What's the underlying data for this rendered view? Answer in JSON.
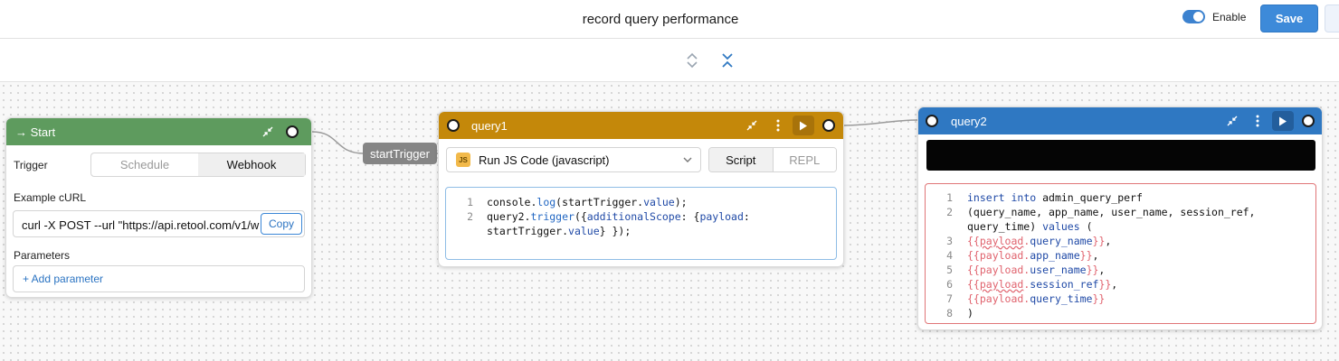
{
  "header": {
    "title": "record query performance",
    "enable_label": "Enable",
    "enable_on": true,
    "save_label": "Save"
  },
  "colors": {
    "start": "#5e9b5e",
    "query1": "#c4880a",
    "query2": "#2f78c2",
    "accent": "#3d8ad9"
  },
  "start_node": {
    "title": "→ Start",
    "trigger_label": "Trigger",
    "trigger_options": [
      "Schedule",
      "Webhook"
    ],
    "trigger_selected": "Webhook",
    "curl_label": "Example cURL",
    "curl_value": "curl -X POST --url \"https://api.retool.com/v1/w",
    "copy_label": "Copy",
    "params_label": "Parameters",
    "add_param_label": "+ Add parameter"
  },
  "connector_label": "startTrigger",
  "query1": {
    "title": "query1",
    "resource": "Run JS Code (javascript)",
    "resource_badge": "JS",
    "modes": [
      "Script",
      "REPL"
    ],
    "mode_selected": "Script",
    "line_numbers": [
      "1",
      "2"
    ]
  },
  "query2": {
    "title": "query2",
    "line_numbers": [
      "1",
      "2",
      "3",
      "4",
      "5",
      "6",
      "7",
      "8"
    ]
  }
}
